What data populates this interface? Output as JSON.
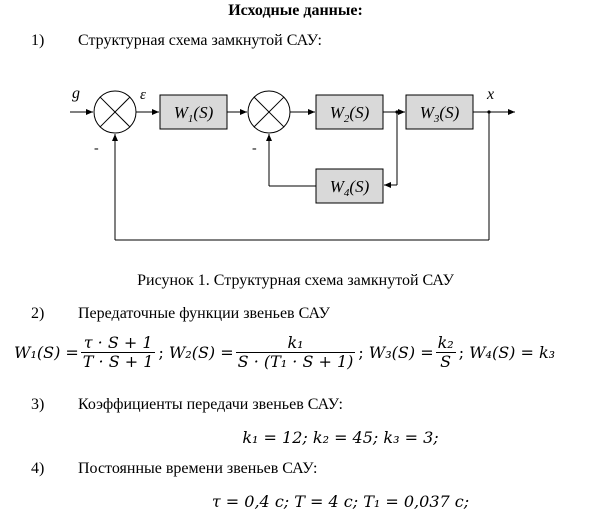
{
  "heading": "Исходные данные:",
  "items": [
    {
      "num": "1)",
      "text": "Структурная схема замкнутой САУ:"
    },
    {
      "num": "2)",
      "text": "Передаточные функции звеньев САУ"
    },
    {
      "num": "3)",
      "text": "Коэффициенты передачи звеньев САУ:"
    },
    {
      "num": "4)",
      "text": "Постоянные времени звеньев САУ:"
    }
  ],
  "diagram": {
    "input_label": "g",
    "error_label": "ε",
    "output_label": "x",
    "minus_sign_1": "-",
    "minus_sign_2": "-",
    "blocks": {
      "w1": {
        "name": "W",
        "sub": "1",
        "arg": "(S)"
      },
      "w2": {
        "name": "W",
        "sub": "2",
        "arg": "(S)"
      },
      "w3": {
        "name": "W",
        "sub": "3",
        "arg": "(S)"
      },
      "w4": {
        "name": "W",
        "sub": "4",
        "arg": "(S)"
      }
    }
  },
  "figure_caption": "Рисунок 1. Структурная схема замкнутой САУ",
  "transfer_functions": {
    "w1_lhs": "W₁(S) =",
    "w1_num": "τ · S + 1",
    "w1_den": "T · S + 1",
    "w2_lhs": "W₂(S) =",
    "w2_num": "k₁",
    "w2_den": "S · (T₁ · S + 1)",
    "w3_lhs": "W₃(S) =",
    "w3_num": "k₂",
    "w3_den": "S",
    "w4": "W₄(S) = k₃",
    "separator": ";"
  },
  "coefficients": "k₁ = 12;  k₂ = 45;  k₃ = 3;",
  "time_constants": "τ = 0,4 с;  T = 4 с;  T₁ = 0,037 с;"
}
